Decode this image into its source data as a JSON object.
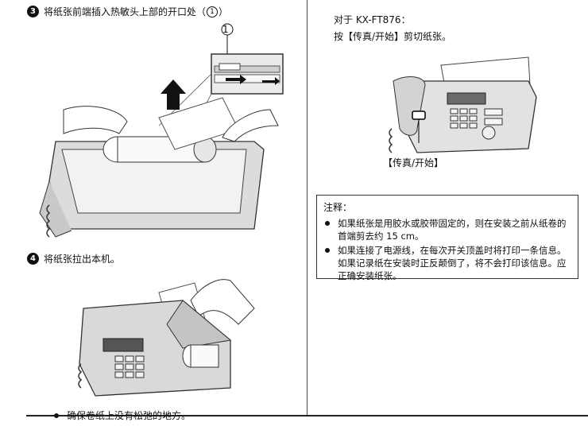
{
  "step3": {
    "number": "3",
    "text_before": "将纸张前端插入热敏头上部的开口处（",
    "ref": "1",
    "text_after": "）"
  },
  "callout_ref": "1",
  "step4": {
    "number": "4",
    "text": "将纸张拉出本机。"
  },
  "bullet_bottom": "确保卷纸上没有松弛的地方。",
  "right": {
    "model_line": "对于 KX-FT876：",
    "instruction": "按【传真/开始】剪切纸张。",
    "button_callout": "【传真/开始】"
  },
  "note": {
    "title": "注释：",
    "items": [
      "如果纸张是用胶水或胶带固定的，则在安装之前从纸卷的首端剪去约 15 cm。",
      "如果连接了电源线，在每次开关顶盖时将打印一条信息。如果记录纸在安装时正反颠倒了，将不会打印该信息。应正确安装纸张。"
    ]
  }
}
